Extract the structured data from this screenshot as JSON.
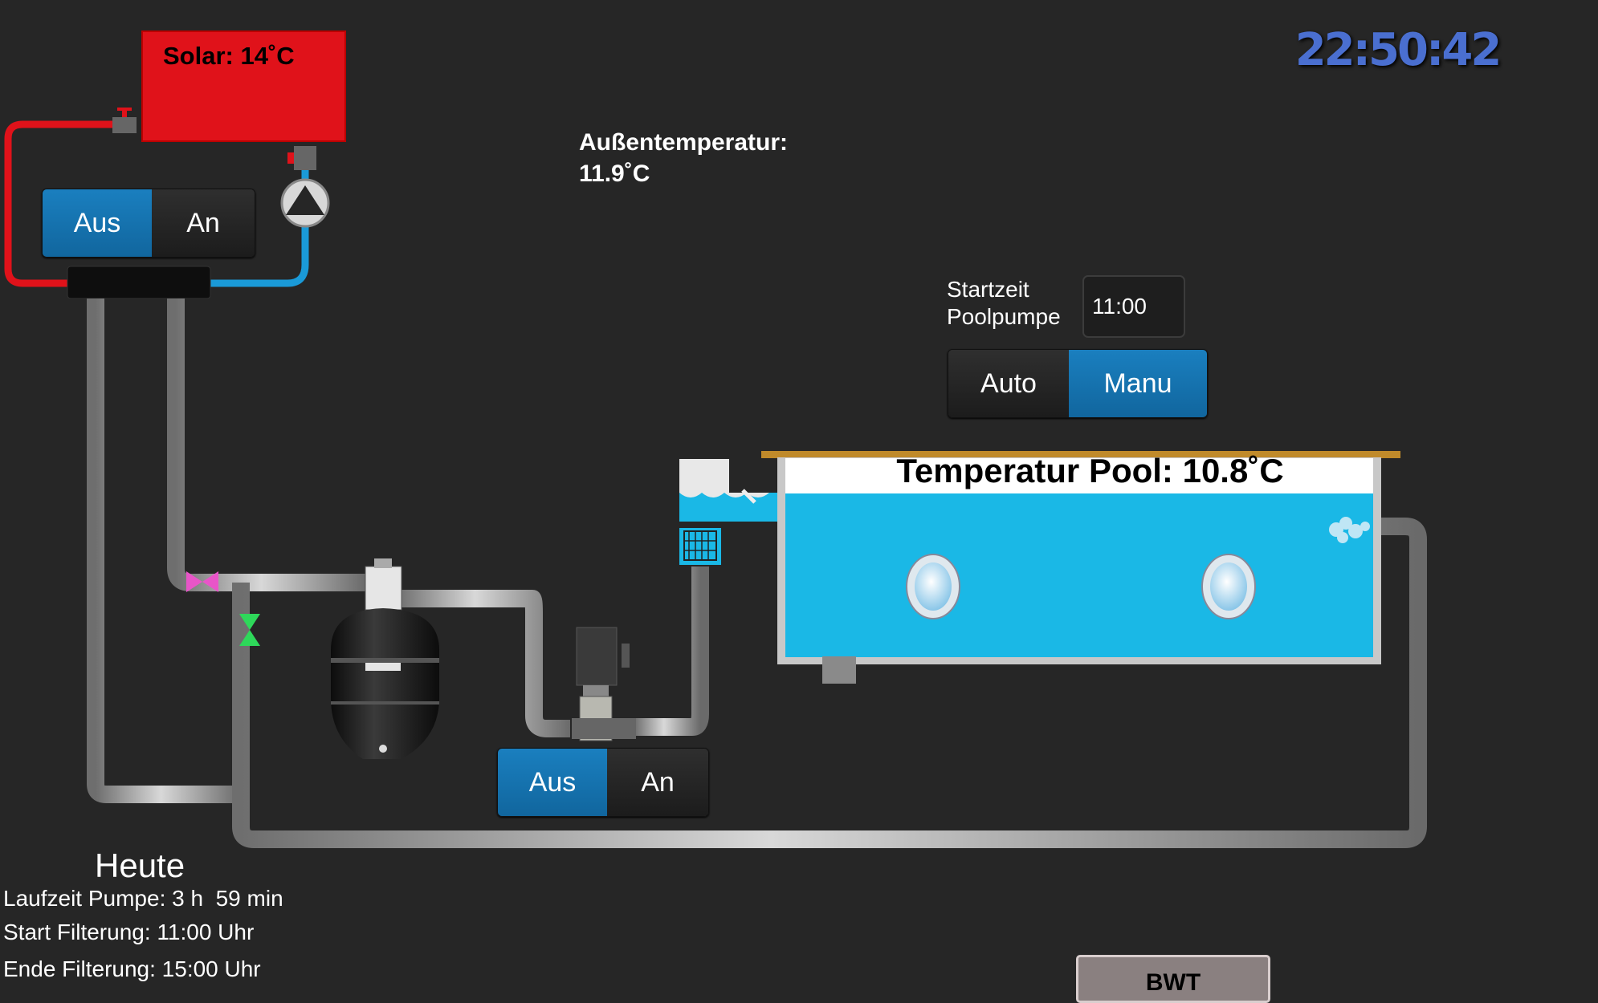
{
  "clock": {
    "time": "22:50:42"
  },
  "solar": {
    "label": "Solar: 14˚C"
  },
  "solar_pump_switch": {
    "off_label": "Aus",
    "on_label": "An",
    "active": "Aus"
  },
  "outside": {
    "line1": "Außentemperatur:",
    "line2": "11.9˚C"
  },
  "pool_pump_start": {
    "label_line1": "Startzeit",
    "label_line2": "Poolpumpe",
    "value": "11:00"
  },
  "mode_switch": {
    "auto_label": "Auto",
    "manu_label": "Manu",
    "active": "Manu"
  },
  "pool": {
    "temperature_label": "Temperatur Pool: 10.8˚C"
  },
  "pool_pump_switch": {
    "off_label": "Aus",
    "on_label": "An",
    "active": "Aus"
  },
  "today": {
    "title": "Heute",
    "runtime": "Laufzeit Pumpe: 3 h  59 min",
    "start": "Start Filterung: 11:00 Uhr",
    "end": "Ende Filterung: 15:00 Uhr"
  },
  "bwt_button": {
    "label": "BWT"
  },
  "colors": {
    "solar_panel": "#e0121a",
    "hot_pipe": "#e0121a",
    "cold_pipe": "#1a9ad8",
    "pool_water": "#1ab8e6",
    "active_button": "#1576b5",
    "clock": "#4a6fd0",
    "valve_pink": "#e855c8",
    "valve_green": "#2ed85a"
  }
}
